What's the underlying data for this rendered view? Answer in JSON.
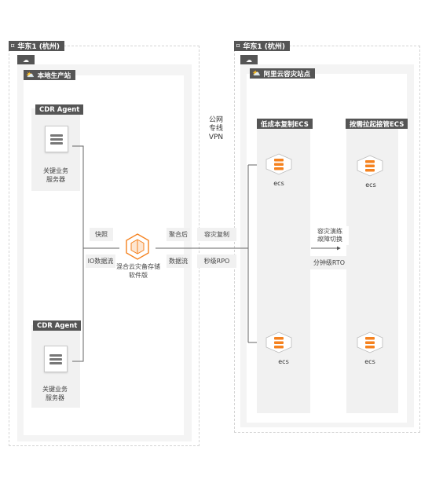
{
  "regions": {
    "left": {
      "label": "华东1 (杭州)",
      "site": "本地生产站"
    },
    "right": {
      "label": "华东1 (杭州)",
      "site": "阿里云容灾站点"
    }
  },
  "agents": [
    {
      "title": "CDR Agent",
      "server_label": "关键业务\n服务器"
    },
    {
      "title": "CDR Agent",
      "server_label": "关键业务\n服务器"
    }
  ],
  "flows": {
    "snapshot": "快照",
    "io": "IO数据流"
  },
  "hybrid": {
    "label": "混合云灾备存储\n软件版"
  },
  "link": {
    "aggregate": "聚合后",
    "dataflow": "数据流",
    "replication": "容灾复制",
    "rpo": "秒级RPO",
    "vpn": "公网\n专线\nVPN"
  },
  "targets": {
    "low_cost": {
      "title": "低成本复制ECS",
      "ecs": [
        "ecs",
        "ecs"
      ]
    },
    "on_demand": {
      "title": "按需拉起接管ECS",
      "ecs": [
        "ecs",
        "ecs"
      ]
    }
  },
  "failover": {
    "drill": "容灾演练\n故障切换",
    "rto": "分钟级RTO"
  },
  "colors": {
    "accent": "#f5821f",
    "tag": "#555555"
  }
}
